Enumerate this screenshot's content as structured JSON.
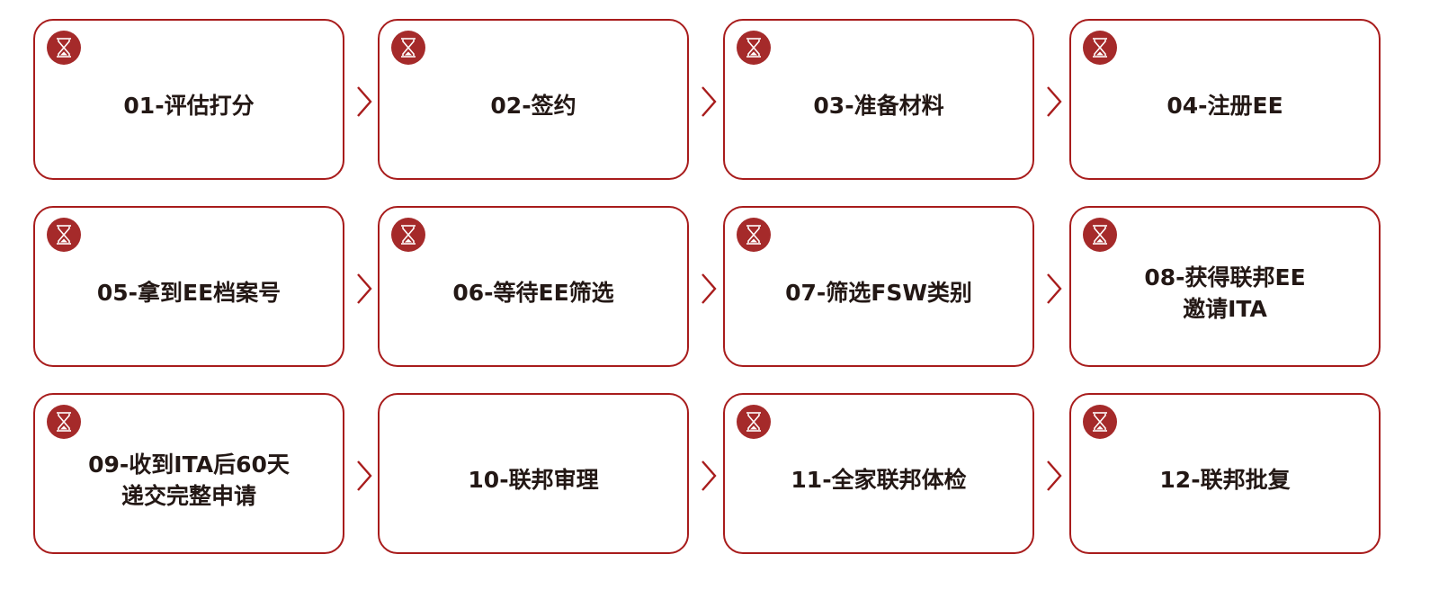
{
  "diagram": {
    "type": "process-flow",
    "accent_color": "#a81c1c",
    "icon_color": "#a52a2a",
    "steps": [
      {
        "id": "01",
        "label": "01-评估打分",
        "icon": "hourglass-icon"
      },
      {
        "id": "02",
        "label": "02-签约",
        "icon": "hourglass-icon"
      },
      {
        "id": "03",
        "label": "03-准备材料",
        "icon": "hourglass-icon"
      },
      {
        "id": "04",
        "label": "04-注册EE",
        "icon": "hourglass-icon"
      },
      {
        "id": "05",
        "label": "05-拿到EE档案号",
        "icon": "hourglass-icon"
      },
      {
        "id": "06",
        "label": "06-等待EE筛选",
        "icon": "hourglass-icon"
      },
      {
        "id": "07",
        "label": "07-筛选FSW类别",
        "icon": "hourglass-icon"
      },
      {
        "id": "08",
        "label": "08-获得联邦EE\n邀请ITA",
        "icon": "hourglass-icon"
      },
      {
        "id": "09",
        "label": "09-收到ITA后60天\n递交完整申请",
        "icon": "hourglass-icon"
      },
      {
        "id": "10",
        "label": "10-联邦审理",
        "icon": null
      },
      {
        "id": "11",
        "label": "11-全家联邦体检",
        "icon": "hourglass-icon"
      },
      {
        "id": "12",
        "label": "12-联邦批复",
        "icon": "hourglass-icon"
      }
    ],
    "connectors": "chevron-right between adjacent cards in each row"
  }
}
